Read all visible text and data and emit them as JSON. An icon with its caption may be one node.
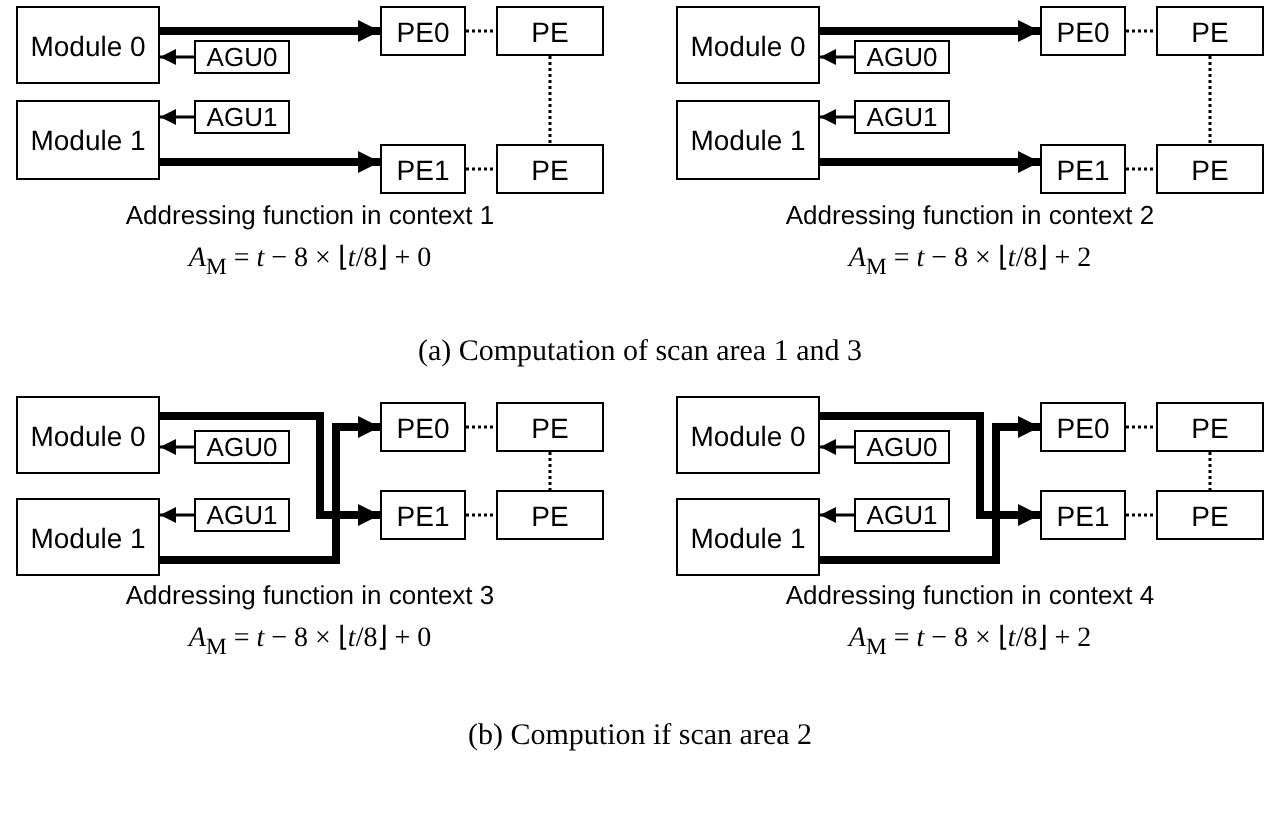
{
  "diagram": {
    "nodes": [
      {
        "text": [
          "Module 0"
        ]
      },
      {
        "text": [
          "PE0"
        ]
      },
      {
        "text": [
          "PE"
        ]
      },
      {
        "text": [
          "AGU0"
        ]
      },
      {
        "text": [
          "Module 1"
        ]
      },
      {
        "text": [
          "AGU1"
        ]
      },
      {
        "text": [
          "PE1"
        ]
      },
      {
        "text": [
          "PE"
        ]
      },
      {
        "text": [
          "Module 0"
        ]
      },
      {
        "text": [
          "PE0"
        ]
      },
      {
        "text": [
          "PE"
        ]
      },
      {
        "text": [
          "AGU0"
        ]
      },
      {
        "text": [
          "Module 1"
        ]
      },
      {
        "text": [
          "AGU1"
        ]
      },
      {
        "text": [
          "PE1"
        ]
      },
      {
        "text": [
          "PE"
        ]
      },
      {
        "text": [
          "Module 0"
        ]
      },
      {
        "text": [
          "PE0"
        ]
      },
      {
        "text": [
          "PE"
        ]
      },
      {
        "text": [
          "AGU0"
        ]
      },
      {
        "text": [
          "Module 1"
        ]
      },
      {
        "text": [
          "AGU1"
        ]
      },
      {
        "text": [
          "PE1"
        ]
      },
      {
        "text": [
          "PE"
        ]
      },
      {
        "text": [
          "Module 0"
        ]
      },
      {
        "text": [
          "PE0"
        ]
      },
      {
        "text": [
          "PE"
        ]
      },
      {
        "text": [
          "AGU0"
        ]
      },
      {
        "text": [
          "Module 1"
        ]
      },
      {
        "text": [
          "AGU1"
        ]
      },
      {
        "text": [
          "PE1"
        ]
      },
      {
        "text": [
          "PE"
        ]
      }
    ],
    "edges": [
      {
        "from": 3,
        "to": 0,
        "arrow": "to"
      },
      {
        "from": 5,
        "to": 4,
        "arrow": "to"
      },
      {
        "from": 0,
        "to": 1,
        "arrow": "to",
        "style": "thick"
      },
      {
        "from": 4,
        "to": 6,
        "arrow": "to",
        "style": "thick"
      },
      {
        "from": 1,
        "to": 2,
        "arrow": "none",
        "style": "dashed"
      },
      {
        "from": 2,
        "to": 7,
        "arrow": "none",
        "style": "dashed"
      },
      {
        "from": 6,
        "to": 7,
        "arrow": "none",
        "style": "dashed"
      },
      {
        "from": 11,
        "to": 8,
        "arrow": "to"
      },
      {
        "from": 13,
        "to": 12,
        "arrow": "to"
      },
      {
        "from": 8,
        "to": 9,
        "arrow": "to",
        "style": "thick"
      },
      {
        "from": 12,
        "to": 14,
        "arrow": "to",
        "style": "thick"
      },
      {
        "from": 9,
        "to": 10,
        "arrow": "none",
        "style": "dashed"
      },
      {
        "from": 10,
        "to": 15,
        "arrow": "none",
        "style": "dashed"
      },
      {
        "from": 14,
        "to": 15,
        "arrow": "none",
        "style": "dashed"
      },
      {
        "from": 19,
        "to": 16,
        "arrow": "to"
      },
      {
        "from": 21,
        "to": 20,
        "arrow": "to"
      },
      {
        "from": 16,
        "to": 22,
        "arrow": "to",
        "style": "thick"
      },
      {
        "from": 20,
        "to": 17,
        "arrow": "to",
        "style": "thick"
      },
      {
        "from": 17,
        "to": 18,
        "arrow": "none",
        "style": "dashed"
      },
      {
        "from": 18,
        "to": 23,
        "arrow": "none",
        "style": "dashed"
      },
      {
        "from": 22,
        "to": 23,
        "arrow": "none",
        "style": "dashed"
      },
      {
        "from": 27,
        "to": 24,
        "arrow": "to"
      },
      {
        "from": 29,
        "to": 28,
        "arrow": "to"
      },
      {
        "from": 24,
        "to": 30,
        "arrow": "to",
        "style": "thick"
      },
      {
        "from": 28,
        "to": 25,
        "arrow": "to",
        "style": "thick"
      },
      {
        "from": 25,
        "to": 26,
        "arrow": "none",
        "style": "dashed"
      },
      {
        "from": 26,
        "to": 31,
        "arrow": "none",
        "style": "dashed"
      },
      {
        "from": 30,
        "to": 31,
        "arrow": "none",
        "style": "dashed"
      }
    ],
    "labels": [
      "Addressing function in context 1",
      "Addressing function in context 2",
      "*A*$_{M}$ = *t* − 8 × ⌊*t*/8⌋ + 0",
      "*A*$_{M}$ = *t* − 8 × ⌊*t*/8⌋ + 2",
      "(a) Computation of scan area 1 and 3",
      "Addressing function in context 3",
      "Addressing function in context 4",
      "*A*$_{M}$ = *t* − 8 × ⌊*t*/8⌋ + 0",
      "*A*$_{M}$ = *t* − 8 × ⌊*t*/8⌋ + 2",
      "(b) Compution if scan area 2"
    ]
  }
}
